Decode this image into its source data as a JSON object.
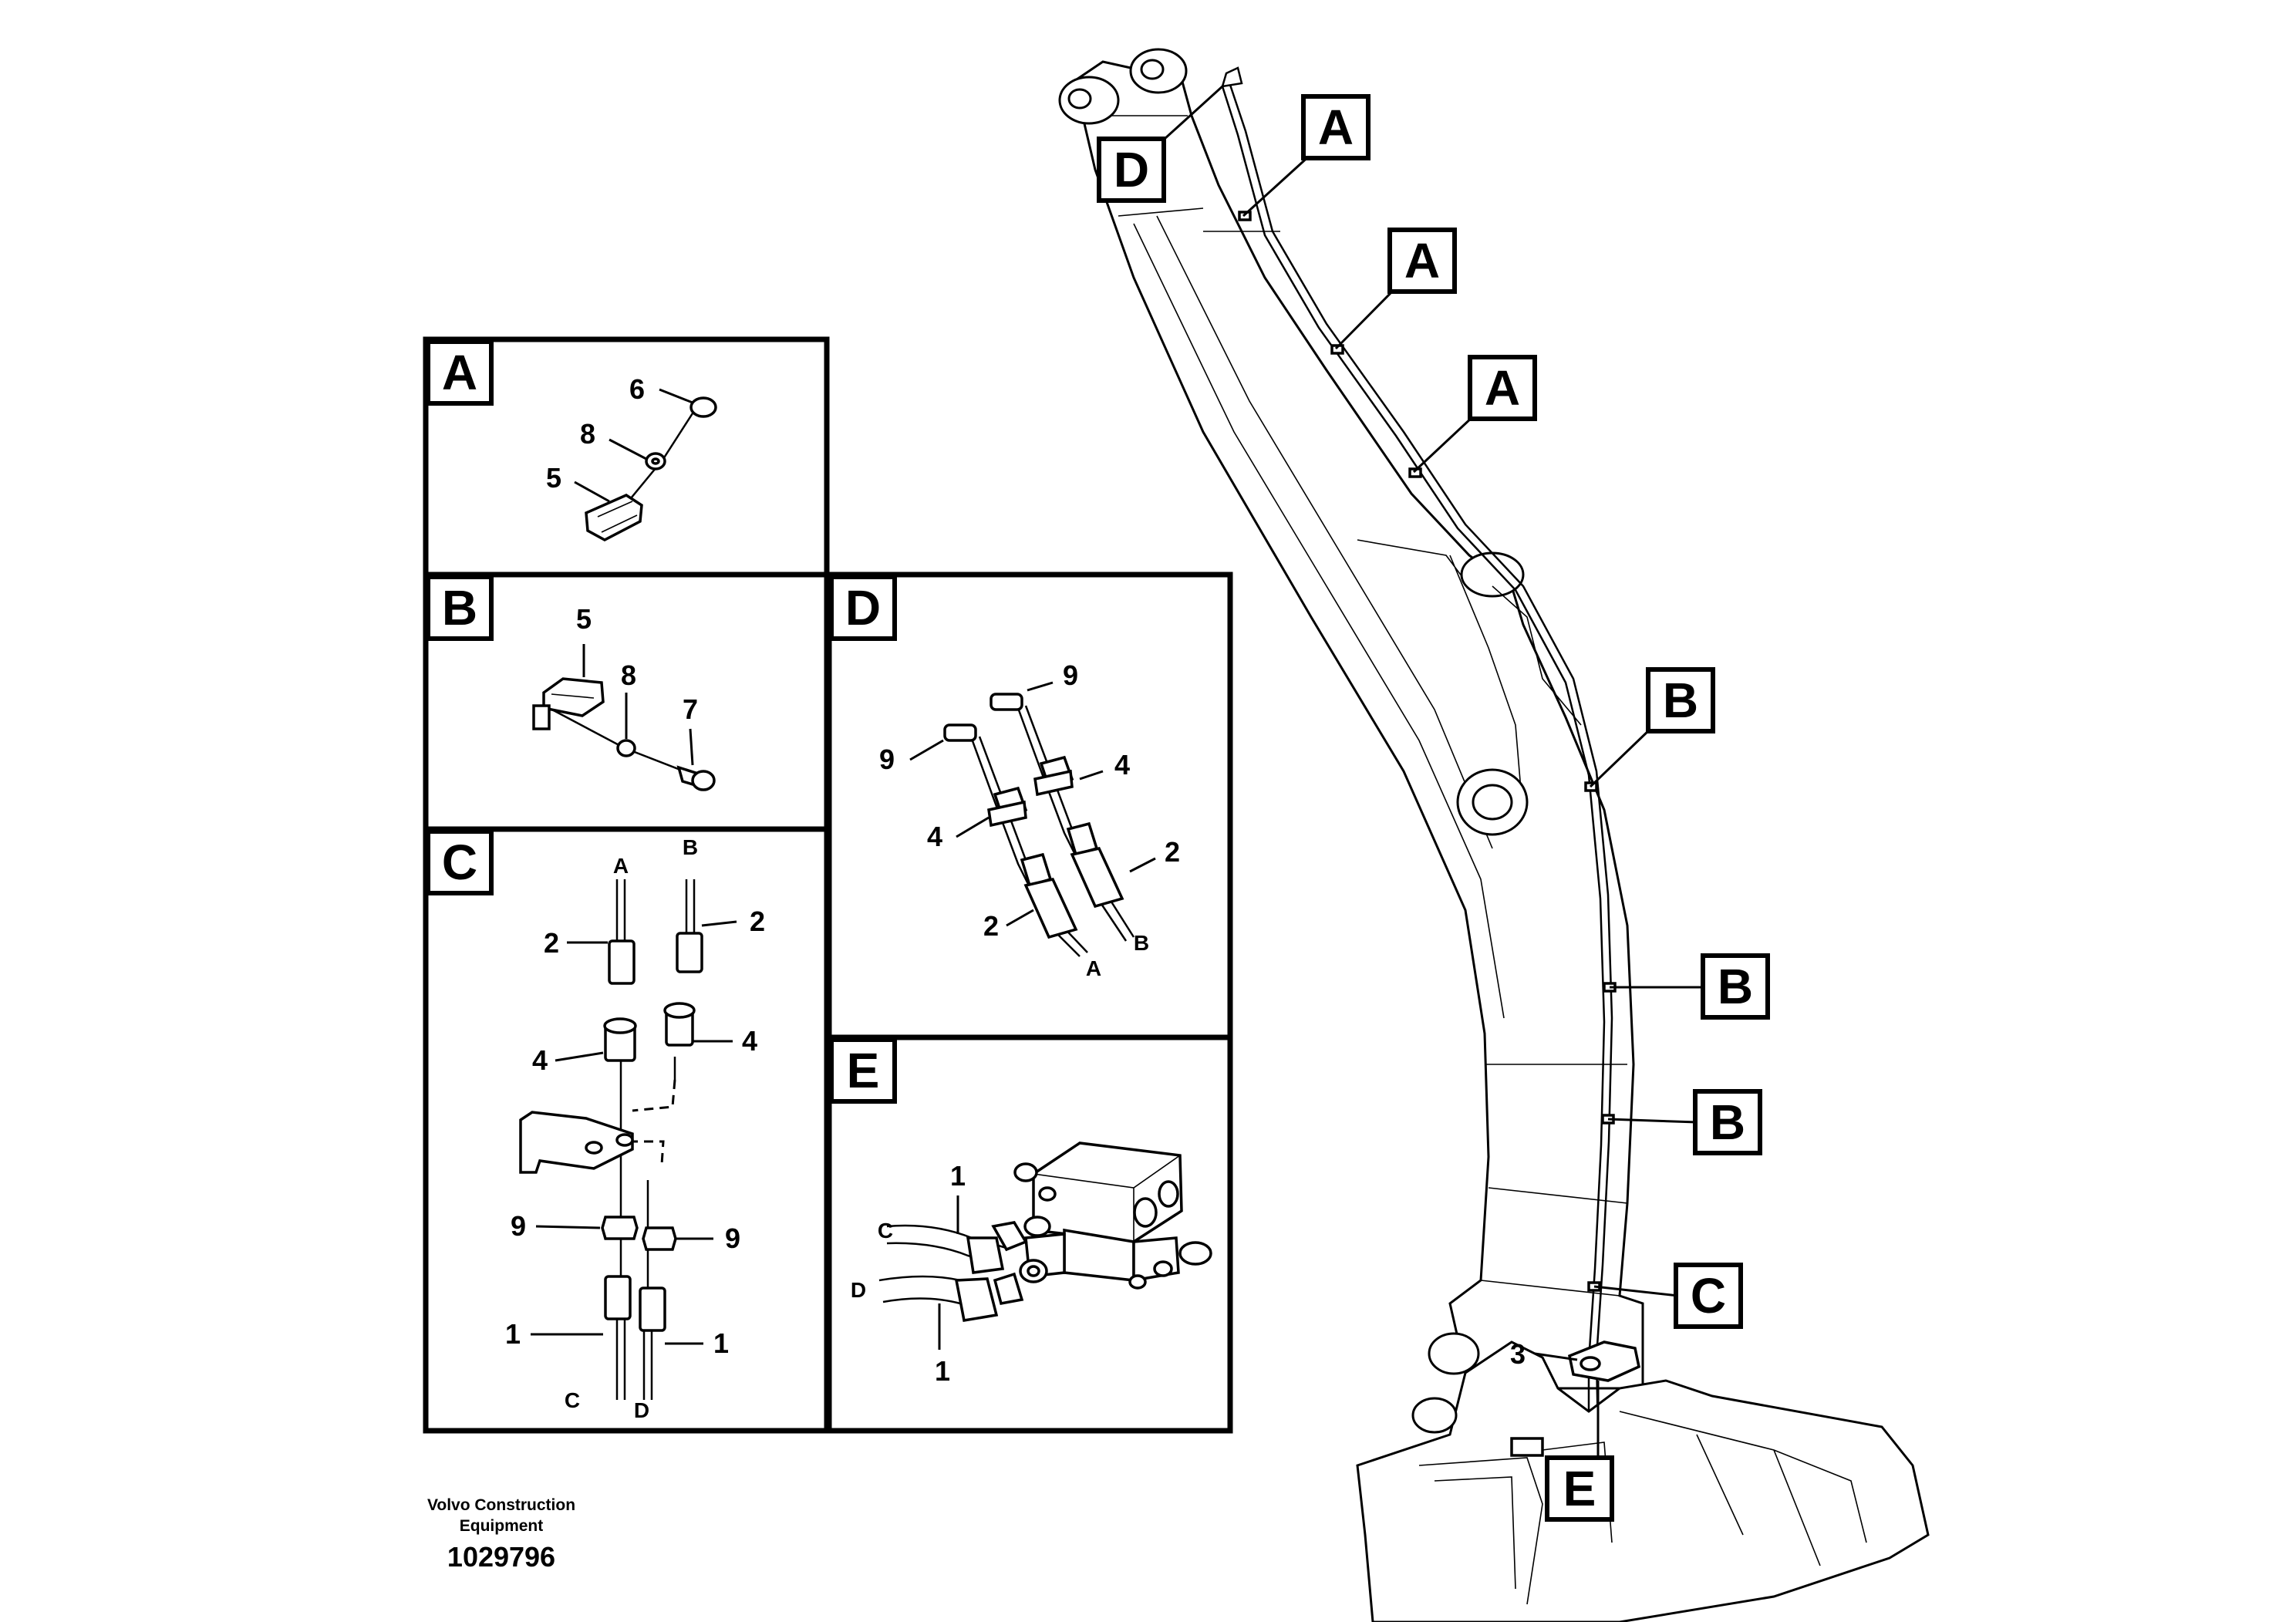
{
  "panels": {
    "A": {
      "letter": "A",
      "labels": {
        "n6": "6",
        "n8": "8",
        "n5": "5"
      }
    },
    "B": {
      "letter": "B",
      "labels": {
        "n5": "5",
        "n8": "8",
        "n7": "7"
      }
    },
    "C": {
      "letter": "C",
      "labels": {
        "n2a": "2",
        "n2b": "2",
        "n4a": "4",
        "n4b": "4",
        "n9a": "9",
        "n9b": "9",
        "n1a": "1",
        "n1b": "1",
        "endA": "A",
        "endB": "B",
        "endC": "C",
        "endD": "D"
      }
    },
    "D": {
      "letter": "D",
      "labels": {
        "n9a": "9",
        "n9b": "9",
        "n4a": "4",
        "n4b": "4",
        "n2a": "2",
        "n2b": "2",
        "endA": "A",
        "endB": "B"
      }
    },
    "E": {
      "letter": "E",
      "labels": {
        "n1a": "1",
        "n1b": "1",
        "endC": "C",
        "endD": "D"
      }
    }
  },
  "callouts": {
    "A1": "A",
    "A2": "A",
    "A3": "A",
    "B1": "B",
    "B2": "B",
    "B3": "B",
    "C1": "C",
    "D1": "D",
    "E1": "E",
    "part3": "3"
  },
  "credit": {
    "brand_line1": "Volvo Construction",
    "brand_line2": "Equipment",
    "number": "1029796"
  }
}
